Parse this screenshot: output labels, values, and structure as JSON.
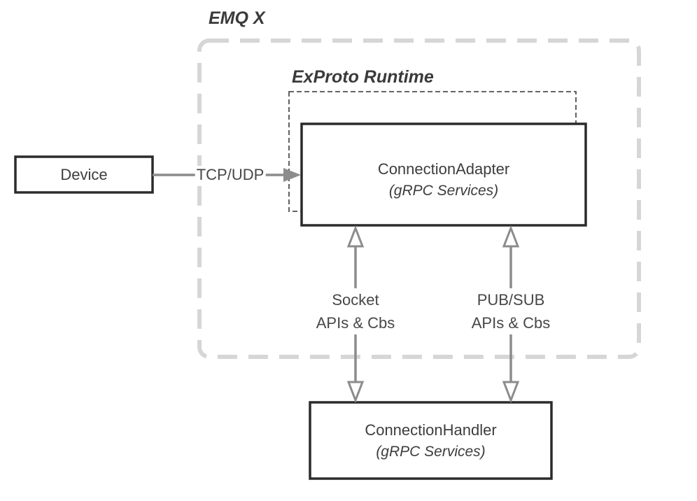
{
  "labels": {
    "emqx": "EMQ X",
    "exproto": "ExProto Runtime"
  },
  "nodes": {
    "device": {
      "title": "Device"
    },
    "connection_adapter": {
      "title": "ConnectionAdapter",
      "subtitle": "(gRPC Services)"
    },
    "connection_handler": {
      "title": "ConnectionHandler",
      "subtitle": "(gRPC Services)"
    }
  },
  "edges": {
    "tcp_udp": {
      "label": "TCP/UDP"
    },
    "socket": {
      "line1": "Socket",
      "line2": "APIs & Cbs"
    },
    "pubsub": {
      "line1": "PUB/SUB",
      "line2": "APIs & Cbs"
    }
  },
  "colors": {
    "box_border": "#2b2b2b",
    "text": "#3d3d3d",
    "arrow": "#8c8c8c",
    "outer_dash": "#d6d6d6",
    "inner_dash": "#4f4f4f",
    "background": "#ffffff"
  }
}
